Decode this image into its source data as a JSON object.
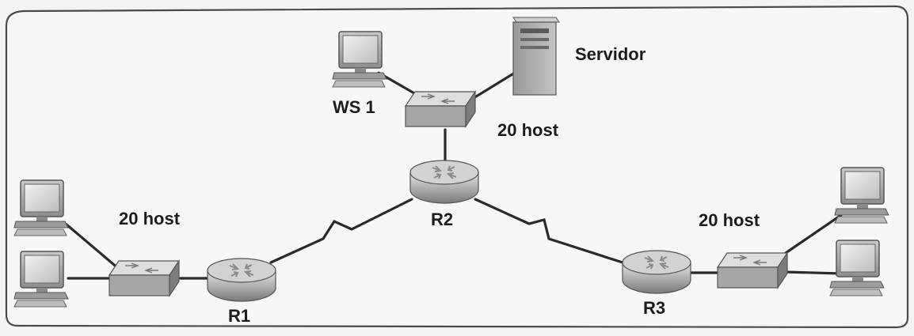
{
  "labels": {
    "servidor": "Servidor",
    "ws1": "WS 1",
    "host_top": "20 host",
    "host_left": "20 host",
    "host_right": "20 host",
    "r1": "R1",
    "r2": "R2",
    "r3": "R3"
  },
  "colors": {
    "background": "#f4f4f2",
    "frame": "#4a4a4a",
    "link": "#2a2a2a",
    "device_body": "#a8a8a8",
    "device_dark": "#6e6e6e",
    "screen": "#d9d9d9"
  },
  "devices": [
    {
      "id": "ws1-pc",
      "kind": "pc-icon"
    },
    {
      "id": "server",
      "kind": "server-icon"
    },
    {
      "id": "switch-top",
      "kind": "switch-icon"
    },
    {
      "id": "router-r2",
      "kind": "router-icon"
    },
    {
      "id": "router-r1",
      "kind": "router-icon"
    },
    {
      "id": "router-r3",
      "kind": "router-icon"
    },
    {
      "id": "switch-left",
      "kind": "switch-icon"
    },
    {
      "id": "switch-right",
      "kind": "switch-icon"
    },
    {
      "id": "pc-left-top",
      "kind": "pc-icon"
    },
    {
      "id": "pc-left-bottom",
      "kind": "pc-icon"
    },
    {
      "id": "pc-right-top",
      "kind": "pc-icon"
    },
    {
      "id": "pc-right-bottom",
      "kind": "pc-icon"
    }
  ]
}
